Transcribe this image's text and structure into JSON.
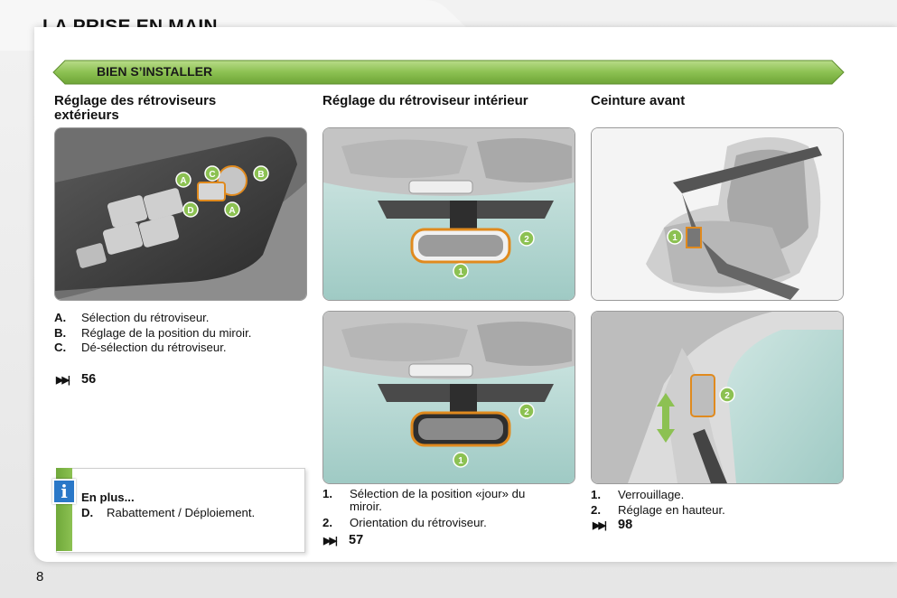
{
  "header": {
    "title": "LA PRISE EN MAIN",
    "page_number": "8"
  },
  "banner": {
    "label": "BIEN S’INSTALLER"
  },
  "col1": {
    "title_line1": "Réglage des rétroviseurs",
    "title_line2": "extérieurs",
    "items": [
      {
        "key": "A.",
        "text": "Sélection du rétroviseur."
      },
      {
        "key": "B.",
        "text": "Réglage de la position du miroir."
      },
      {
        "key": "C.",
        "text": "Dé-sélection du rétroviseur."
      }
    ],
    "ref": "56",
    "more": {
      "title": "En plus...",
      "key": "D.",
      "text": "Rabattement / Déploiement."
    }
  },
  "col2": {
    "title": "Réglage du rétroviseur intérieur",
    "items": [
      {
        "key": "1.",
        "text_line1": "Sélection de la position «jour» du",
        "text_line2": "miroir."
      },
      {
        "key": "2.",
        "text": "Orientation du rétroviseur."
      }
    ],
    "ref": "57"
  },
  "col3": {
    "title": "Ceinture avant",
    "items": [
      {
        "key": "1.",
        "text": "Verrouillage."
      },
      {
        "key": "2.",
        "text": "Réglage en hauteur."
      }
    ],
    "ref": "98"
  },
  "labels": {
    "A": "A",
    "B": "B",
    "C": "C",
    "D": "D",
    "one": "1",
    "two": "2",
    "info": "i"
  },
  "colors": {
    "banner_green": "#8cc152",
    "accent_orange": "#e08a1e",
    "info_blue": "#2a78c8"
  }
}
